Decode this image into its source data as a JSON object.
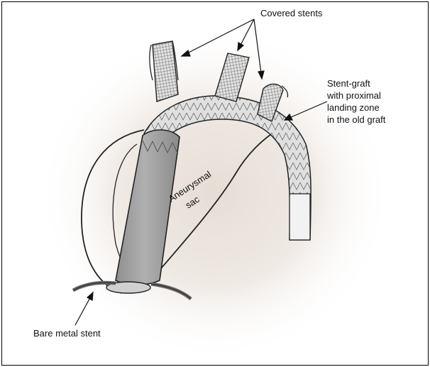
{
  "labels": {
    "covered_stents": "Covered stents",
    "stent_graft_lines": [
      "Stent-graft",
      "with proximal",
      "landing zone",
      "in the old graft"
    ],
    "aneurysmal_lines": [
      "Aneurysmal",
      "sac"
    ],
    "bare_metal_stent": "Bare metal stent"
  },
  "colors": {
    "frame_border": "#000000",
    "background_shadow": "#d9d0c8",
    "graft_fill": "#dcdcdc",
    "inner_graft_fill": "#9a9a9a",
    "outline": "#2a2a2a"
  }
}
